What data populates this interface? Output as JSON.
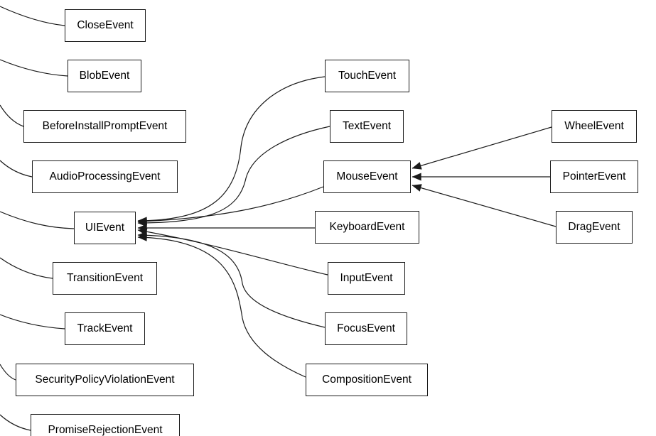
{
  "diagram": {
    "type": "class-hierarchy-graph",
    "colors": {
      "background": "#ffffff",
      "node_fill": "#ffffff",
      "node_border": "#1a1a1a",
      "edge": "#1a1a1a",
      "text": "#000000"
    },
    "nodes": [
      {
        "id": "close",
        "label": "CloseEvent"
      },
      {
        "id": "blob",
        "label": "BlobEvent"
      },
      {
        "id": "beforeinstallprompt",
        "label": "BeforeInstallPromptEvent"
      },
      {
        "id": "audioprocessing",
        "label": "AudioProcessingEvent"
      },
      {
        "id": "ui",
        "label": "UIEvent"
      },
      {
        "id": "transition",
        "label": "TransitionEvent"
      },
      {
        "id": "track",
        "label": "TrackEvent"
      },
      {
        "id": "securitypolicyviolation",
        "label": "SecurityPolicyViolationEvent"
      },
      {
        "id": "promiserejection",
        "label": "PromiseRejectionEvent"
      },
      {
        "id": "touch",
        "label": "TouchEvent"
      },
      {
        "id": "text",
        "label": "TextEvent"
      },
      {
        "id": "mouse",
        "label": "MouseEvent"
      },
      {
        "id": "keyboard",
        "label": "KeyboardEvent"
      },
      {
        "id": "input",
        "label": "InputEvent"
      },
      {
        "id": "focus",
        "label": "FocusEvent"
      },
      {
        "id": "composition",
        "label": "CompositionEvent"
      },
      {
        "id": "wheel",
        "label": "WheelEvent"
      },
      {
        "id": "pointer",
        "label": "PointerEvent"
      },
      {
        "id": "drag",
        "label": "DragEvent"
      }
    ],
    "edges": [
      {
        "from": "touch",
        "to": "ui",
        "arrow": true
      },
      {
        "from": "text",
        "to": "ui",
        "arrow": true
      },
      {
        "from": "mouse",
        "to": "ui",
        "arrow": true
      },
      {
        "from": "keyboard",
        "to": "ui",
        "arrow": true
      },
      {
        "from": "input",
        "to": "ui",
        "arrow": true
      },
      {
        "from": "focus",
        "to": "ui",
        "arrow": true
      },
      {
        "from": "composition",
        "to": "ui",
        "arrow": true
      },
      {
        "from": "wheel",
        "to": "mouse",
        "arrow": true
      },
      {
        "from": "pointer",
        "to": "mouse",
        "arrow": true
      },
      {
        "from": "drag",
        "to": "mouse",
        "arrow": true
      },
      {
        "from": "close",
        "to": "offscreen-left",
        "arrow": false
      },
      {
        "from": "blob",
        "to": "offscreen-left",
        "arrow": false
      },
      {
        "from": "beforeinstallprompt",
        "to": "offscreen-left",
        "arrow": false
      },
      {
        "from": "audioprocessing",
        "to": "offscreen-left",
        "arrow": false
      },
      {
        "from": "ui",
        "to": "offscreen-left",
        "arrow": false
      },
      {
        "from": "transition",
        "to": "offscreen-left",
        "arrow": false
      },
      {
        "from": "track",
        "to": "offscreen-left",
        "arrow": false
      },
      {
        "from": "securitypolicyviolation",
        "to": "offscreen-left",
        "arrow": false
      },
      {
        "from": "promiserejection",
        "to": "offscreen-left",
        "arrow": false
      }
    ]
  }
}
